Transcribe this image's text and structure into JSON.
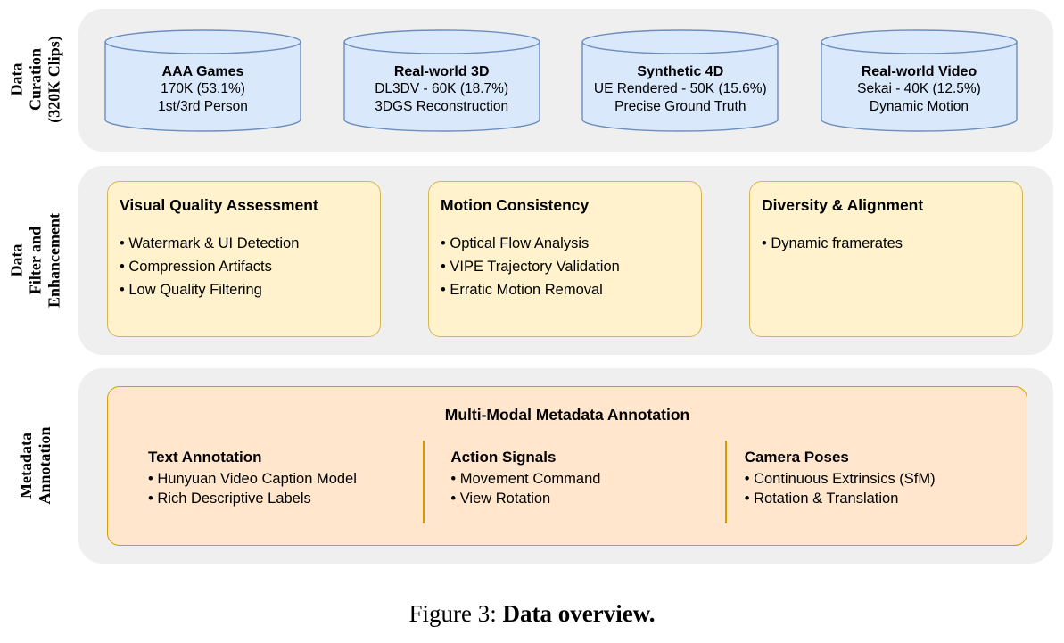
{
  "colors": {
    "band_bg": "#efefef",
    "cylinder_fill": "#dae8fc",
    "cylinder_stroke": "#6c8ebf",
    "filter_fill": "#fff2cc",
    "filter_stroke": "#d6b656",
    "meta_fill": "#ffe6cc",
    "meta_stroke": "#d79b00",
    "text": "#000000"
  },
  "curation": {
    "label_lines": [
      "Data",
      "Curation",
      "(320K Clips)"
    ],
    "cylinders": [
      {
        "title": "AAA Games",
        "line1": "170K (53.1%)",
        "line2": "1st/3rd Person"
      },
      {
        "title": "Real-world 3D",
        "line1": "DL3DV - 60K (18.7%)",
        "line2": "3DGS Reconstruction"
      },
      {
        "title": "Synthetic 4D",
        "line1": "UE Rendered - 50K (15.6%)",
        "line2": "Precise Ground Truth"
      },
      {
        "title": "Real-world Video",
        "line1": "Sekai - 40K (12.5%)",
        "line2": "Dynamic Motion"
      }
    ]
  },
  "filter": {
    "label_lines": [
      "Data",
      "Filter and",
      "Enhancement"
    ],
    "boxes": [
      {
        "title": "Visual Quality Assessment",
        "bullets": [
          "Watermark & UI Detection",
          "Compression Artifacts",
          "Low Quality Filtering"
        ]
      },
      {
        "title": "Motion Consistency",
        "bullets": [
          "Optical Flow Analysis",
          "VIPE Trajectory Validation",
          "Erratic Motion Removal"
        ]
      },
      {
        "title": "Diversity & Alignment",
        "bullets": [
          "Dynamic framerates"
        ]
      }
    ]
  },
  "metadata": {
    "label_lines": [
      "Metadata",
      "Annotation"
    ],
    "panel_title": "Multi-Modal Metadata Annotation",
    "columns": [
      {
        "title": "Text Annotation",
        "bullets": [
          "Hunyuan Video Caption Model",
          "Rich Descriptive Labels"
        ]
      },
      {
        "title": "Action Signals",
        "bullets": [
          "Movement Command",
          "View Rotation"
        ]
      },
      {
        "title": "Camera Poses",
        "bullets": [
          "Continuous Extrinsics (SfM)",
          "Rotation & Translation"
        ]
      }
    ]
  },
  "caption": {
    "prefix": "Figure 3: ",
    "title": "Data overview."
  }
}
